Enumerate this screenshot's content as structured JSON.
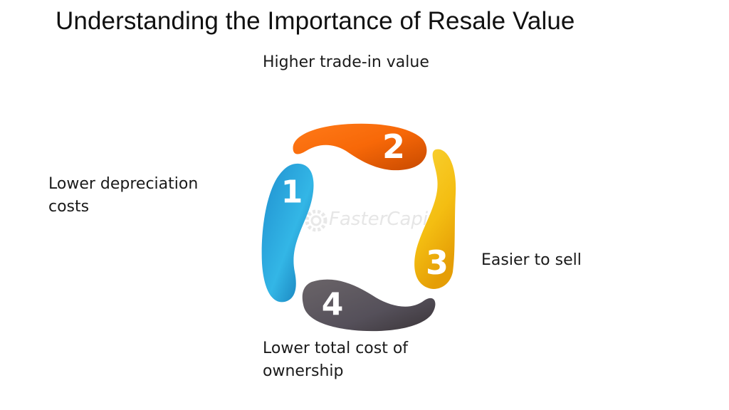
{
  "title": "Understanding the Importance of Resale Value",
  "steps": [
    {
      "number": "1",
      "color": "#2aa6d8",
      "label_lines": [
        "Lower depreciation",
        "costs"
      ]
    },
    {
      "number": "2",
      "color": "#f97316",
      "label_lines": [
        "Higher trade-in value"
      ]
    },
    {
      "number": "3",
      "color": "#f4c21e",
      "label_lines": [
        "Easier to sell"
      ]
    },
    {
      "number": "4",
      "color": "#5f595c",
      "label_lines": [
        "Lower total cost of",
        "ownership"
      ]
    }
  ],
  "watermark": "FasterCapital",
  "watermark_icon": "gear-icon"
}
